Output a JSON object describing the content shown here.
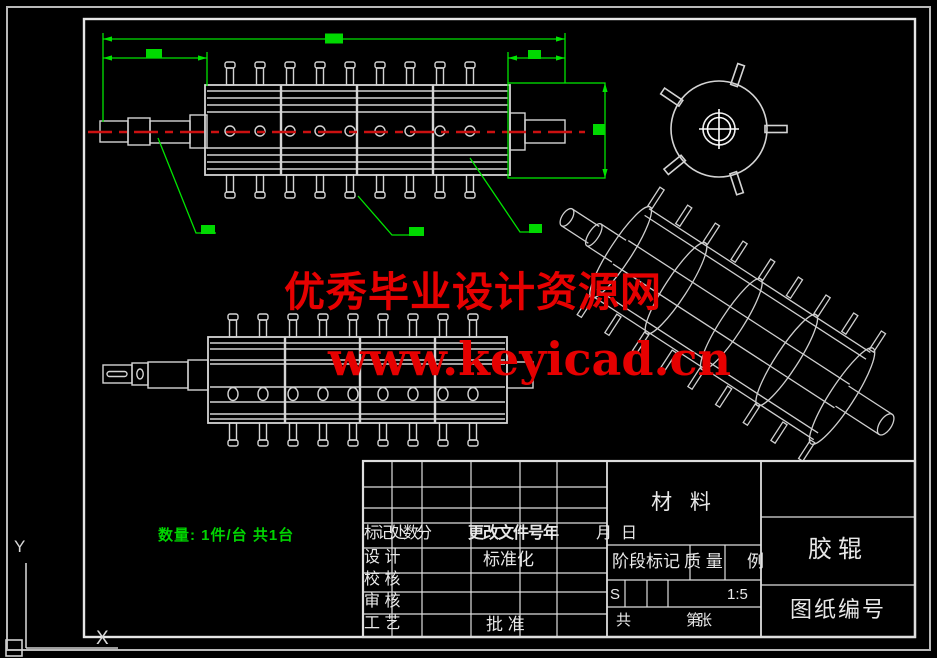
{
  "watermark": {
    "line1": "优秀毕业设计资源网",
    "line2": "www.keyicad.cn",
    "color": "#e60000"
  },
  "notes": {
    "quantity": "数量: 1件/台 共1台"
  },
  "ucs": {
    "x_label": "X",
    "y_label": "Y"
  },
  "title_block": {
    "revision_row": {
      "marks": "标记处数分",
      "change_doc": "更改文件号年",
      "month": "月",
      "day": "日"
    },
    "design": "设 计",
    "standardize": "标准化",
    "check": "校 核",
    "audit": "审 核",
    "process": "工 艺",
    "approve": "批 准",
    "material_label": "材 料",
    "stage_mark": "阶段标记",
    "quality": "质 量",
    "scale_label": "例",
    "s_label": "S",
    "scale_value": "1:5",
    "sheet_total": "共",
    "sheet_no": "第张",
    "part_name": "胶辊",
    "drawing_no_label": "图纸编号"
  },
  "colors": {
    "dimension_green": "#00e400",
    "centerline_red": "#cc1111",
    "line_gray": "#d4d4d4",
    "watermark_red": "#e60000"
  }
}
